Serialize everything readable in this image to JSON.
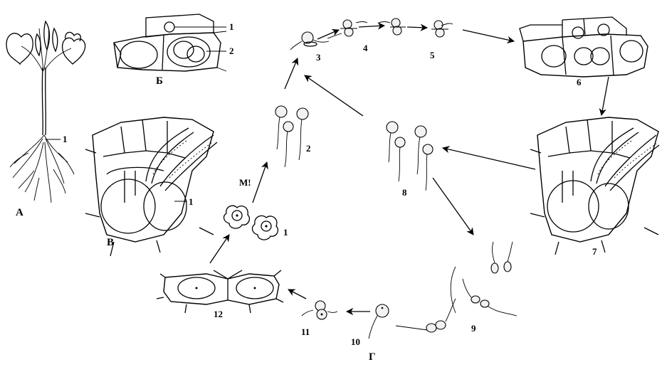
{
  "labels": {
    "A": "А",
    "B": "Б",
    "V": "В",
    "G": "Г",
    "M": "M!",
    "A_1": "1",
    "B_1": "1",
    "B_2": "2",
    "V_1": "1",
    "n1": "1",
    "n2": "2",
    "n3": "3",
    "n4": "4",
    "n5": "5",
    "n6": "6",
    "n7": "7",
    "n8": "8",
    "n9": "9",
    "n10": "10",
    "n11": "11",
    "n12": "12"
  }
}
